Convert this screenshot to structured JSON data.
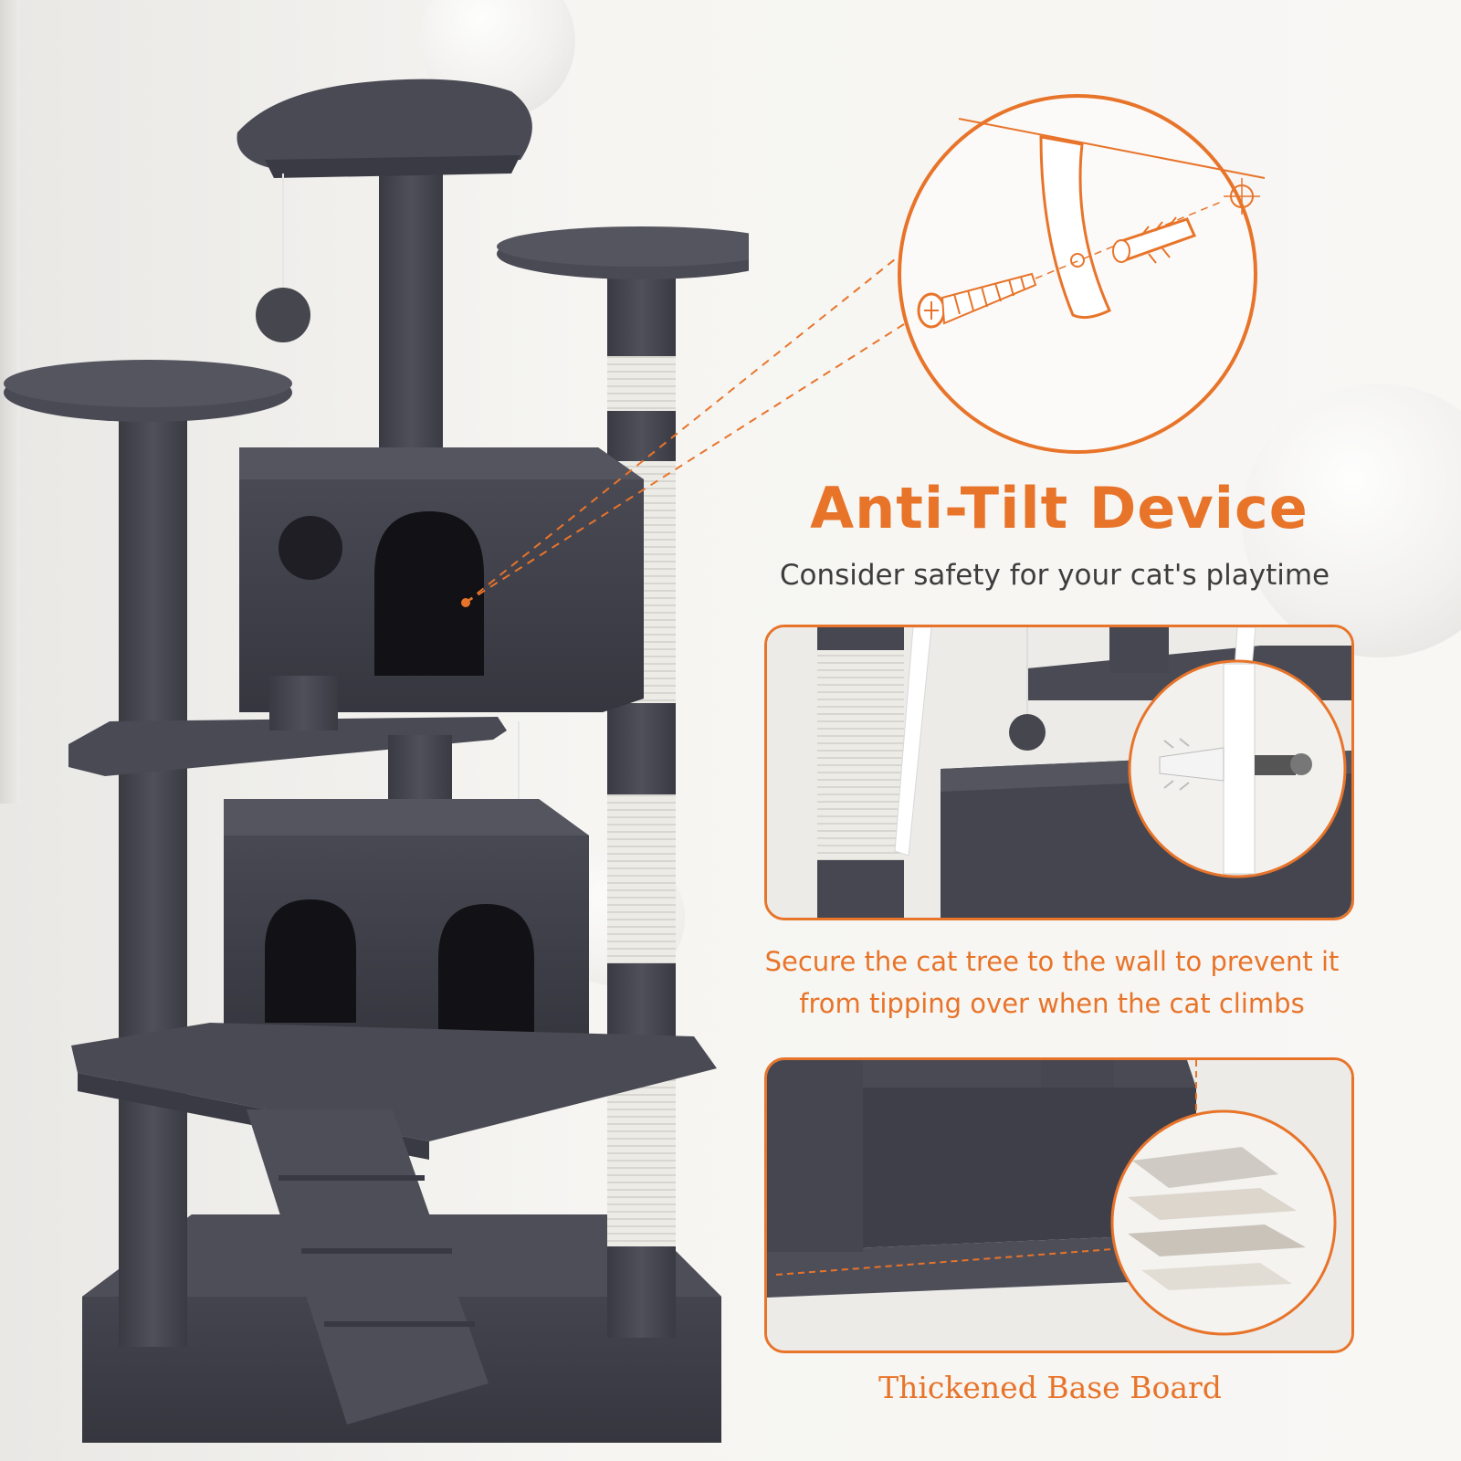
{
  "hero": {
    "title": "Anti-Tilt Device",
    "subtitle": "Consider safety for your cat's playtime"
  },
  "features": [
    {
      "caption": "Secure the cat tree to the wall to prevent it from tipping over when the cat climbs"
    },
    {
      "caption": "Thickened Base Board"
    }
  ],
  "colors": {
    "accent": "#e8742a",
    "plush": "#42424c",
    "sisal": "#ecebe6",
    "text": "#3d3d3d"
  },
  "icons": [
    "screw-icon",
    "wall-anchor-icon",
    "bracket-icon"
  ]
}
